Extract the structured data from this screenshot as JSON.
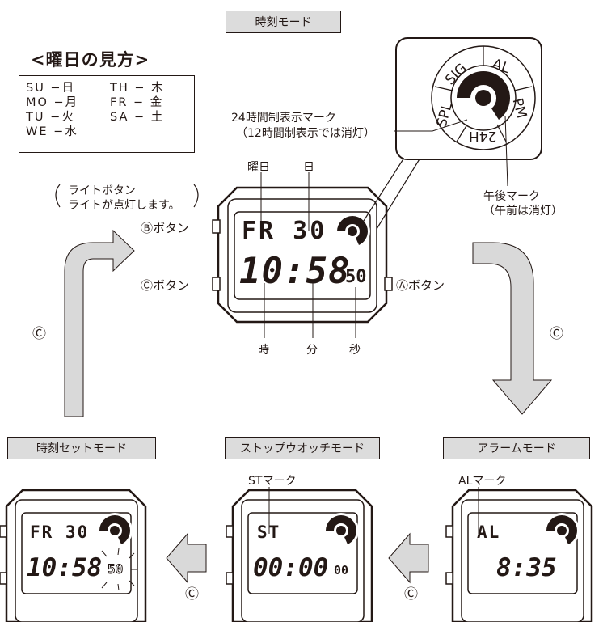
{
  "modes": {
    "timekeeping": "時刻モード",
    "time_setting": "時刻セットモード",
    "stopwatch": "ストップウオッチモード",
    "alarm": "アラームモード"
  },
  "weekday": {
    "title": "<曜日の見方>",
    "rows": [
      [
        "SU −日",
        "TH − 木"
      ],
      [
        "MO −月",
        "FR − 金"
      ],
      [
        "TU −火",
        "SA − 土"
      ],
      [
        "WE −水",
        ""
      ]
    ]
  },
  "callouts": {
    "h24_mark_line1": "24時間制表示マーク",
    "h24_mark_line2": "（12時間制表示では消灯）",
    "pm_mark_line1": "午後マーク",
    "pm_mark_line2": "（午前は消灯）",
    "light_line1": "ライトボタン",
    "light_line2": "ライトが点灯します。",
    "st_mark": "STマーク",
    "al_mark": "ALマーク"
  },
  "buttons": {
    "b": "Ⓑボタン",
    "c": "Ⓒボタン",
    "a": "Ⓐボタン",
    "c_symbol": "Ⓒ"
  },
  "watch_labels": {
    "weekday": "曜日",
    "day": "日",
    "hour": "時",
    "minute": "分",
    "second": "秒"
  },
  "indicator_ring": [
    "SIG",
    "AL",
    "PM",
    "24H",
    "SPL"
  ],
  "displays": {
    "main": {
      "top": "FR 30",
      "time": "10:58",
      "sec": "50"
    },
    "set": {
      "top": "FR 30",
      "time": "10:58",
      "sec": "50"
    },
    "stopwatch": {
      "top": "ST",
      "time": "00:00",
      "sec": "00"
    },
    "alarm": {
      "top": "AL",
      "time": "8:35",
      "sec": ""
    }
  }
}
